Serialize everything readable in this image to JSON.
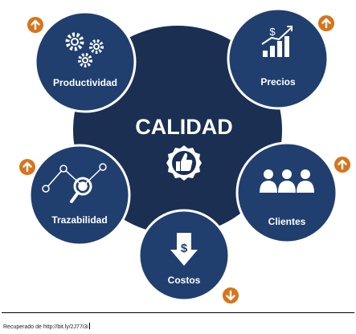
{
  "diagram": {
    "center_title": "CALIDAD",
    "center_icon": "thumbs-up-badge-icon",
    "nodes": [
      {
        "label": "Productividad",
        "icon": "gears-icon",
        "trend": "up"
      },
      {
        "label": "Precios",
        "icon": "dollar-rising-bars-icon",
        "trend": "up"
      },
      {
        "label": "Trazabilidad",
        "icon": "network-magnifier-icon",
        "trend": "up"
      },
      {
        "label": "Clientes",
        "icon": "people-group-icon",
        "trend": "up"
      },
      {
        "label": "Costos",
        "icon": "dollar-down-arrow-icon",
        "trend": "down"
      }
    ]
  },
  "caption": {
    "text": "Recuperado de http://bit.ly/2J77i3i"
  },
  "colors": {
    "center_fill": "#1a2f52",
    "node_fill": "#203f6e",
    "node_stroke": "#ffffff",
    "arrow_badge": "#d8741c",
    "icon": "#ffffff"
  }
}
